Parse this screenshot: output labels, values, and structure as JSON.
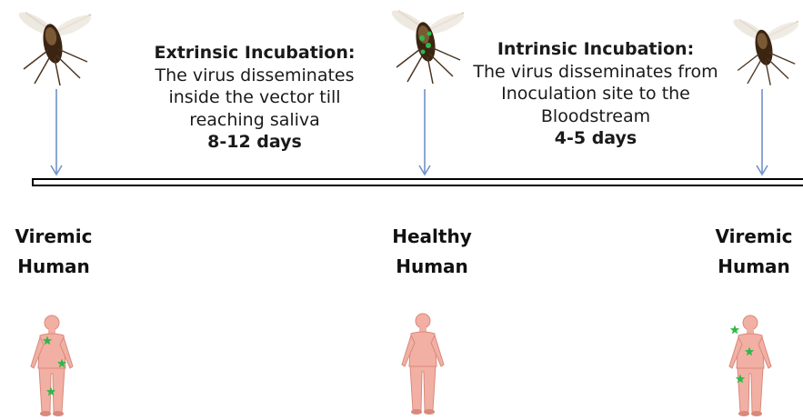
{
  "colors": {
    "arrow": "#6f93c8",
    "timeline": "#000000",
    "skin": "#f2b0a4",
    "skin_shadow": "#d9897c",
    "infection_marker": "#2fb84a",
    "mosquito_body": "#3b2412"
  },
  "stages": {
    "extrinsic": {
      "heading": "Extrinsic Incubation:",
      "line1": "The virus disseminates",
      "line2": "inside the vector till",
      "line3": "reaching saliva",
      "duration": "8-12 days"
    },
    "intrinsic": {
      "heading": "Intrinsic Incubation:",
      "line1": "The virus disseminates from",
      "line2": "Inoculation site to the",
      "line3": "Bloodstream",
      "duration": "4-5 days"
    }
  },
  "humans": [
    {
      "line1": "Viremic",
      "line2": "Human",
      "icon": "infected-human-icon"
    },
    {
      "line1": "Healthy",
      "line2": "Human",
      "icon": "healthy-human-icon"
    },
    {
      "line1": "Viremic",
      "line2": "Human",
      "icon": "infected-human-icon"
    }
  ],
  "icons": [
    "mosquito-icon",
    "down-arrow-icon",
    "human-figure-icon",
    "virus-star-icon"
  ]
}
